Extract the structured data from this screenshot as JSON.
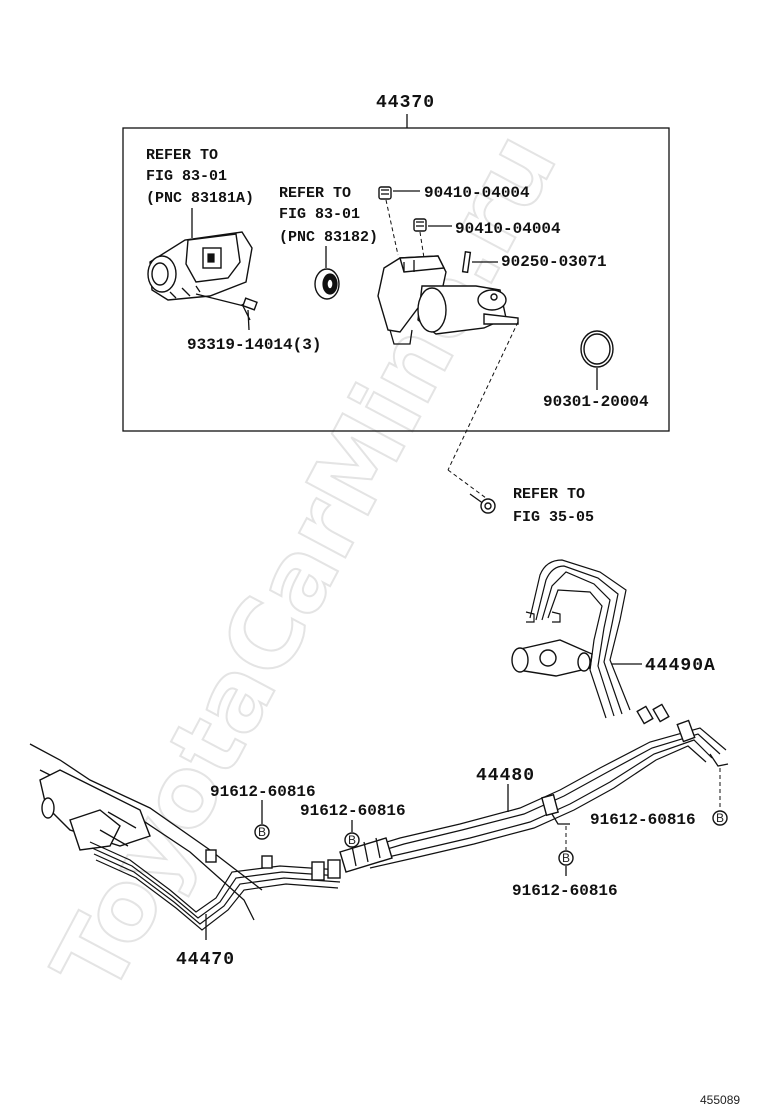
{
  "watermark": "ToyotaCarMine.ru",
  "figure_number": "455089",
  "assembly": {
    "part_no": "44370",
    "callouts": [
      {
        "id": "refer-83181a",
        "lines": [
          "REFER TO",
          "FIG 83-01",
          "(PNC 83181A)"
        ]
      },
      {
        "id": "refer-83182",
        "lines": [
          "REFER TO",
          "FIG 83-01",
          "(PNC 83182)"
        ]
      }
    ],
    "parts": [
      {
        "id": "p90410a",
        "text": "90410-04004"
      },
      {
        "id": "p90410b",
        "text": "90410-04004"
      },
      {
        "id": "p90250",
        "text": "90250-03071"
      },
      {
        "id": "p93319",
        "text": "93319-14014(3)"
      },
      {
        "id": "p90301",
        "text": "90301-20004"
      }
    ]
  },
  "refer_35": {
    "lines": [
      "REFER TO",
      "FIG 35-05"
    ]
  },
  "lower": {
    "p44490a": "44490A",
    "p44480": "44480",
    "p44470": "44470",
    "clamp_labels": [
      "91612-60816",
      "91612-60816",
      "91612-60816",
      "91612-60816"
    ],
    "clamp_marker": "B"
  }
}
